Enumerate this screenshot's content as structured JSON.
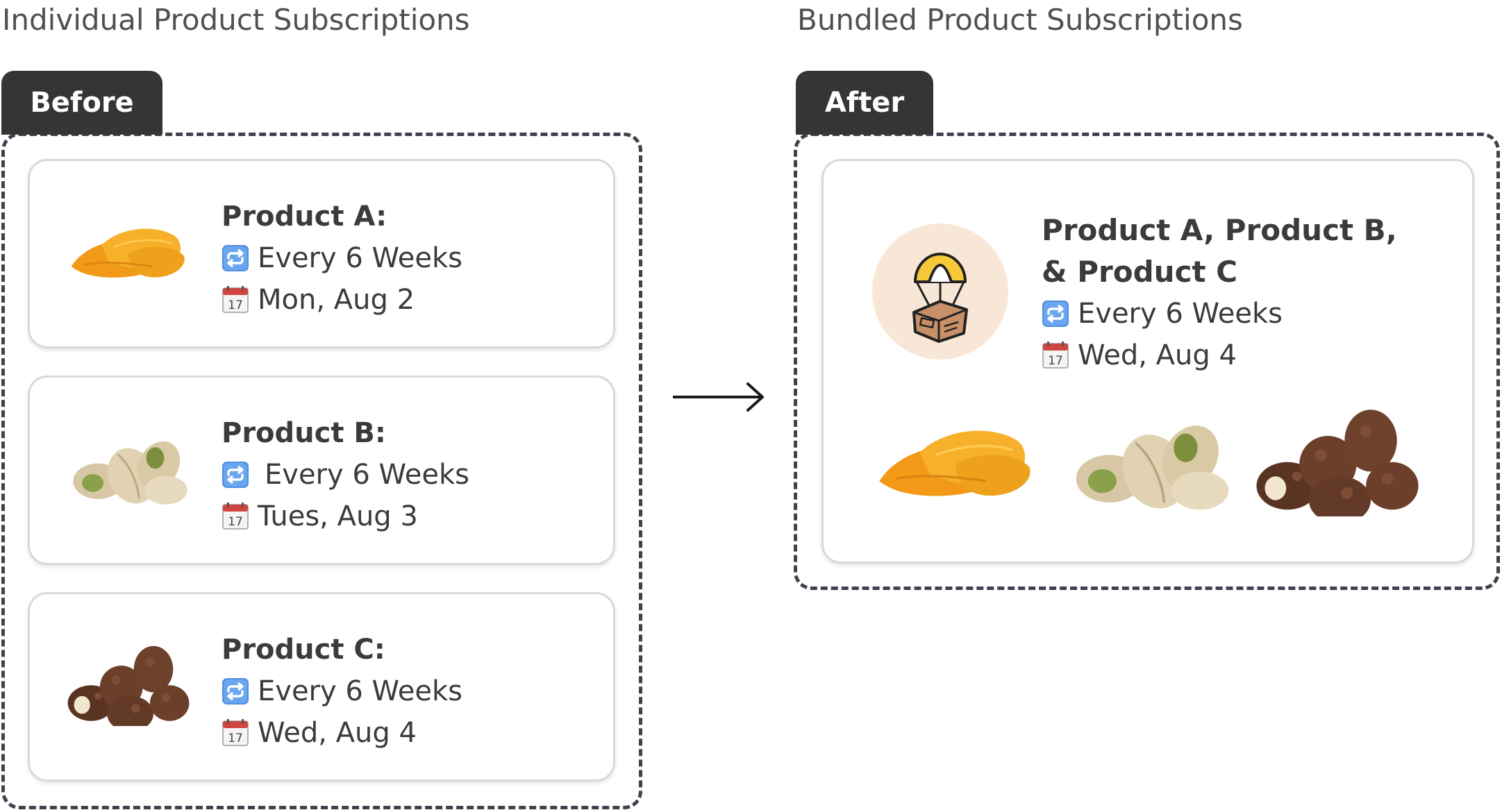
{
  "left_section": {
    "title": "Individual Product Subscriptions",
    "tab": "Before",
    "cards": [
      {
        "title": "Product A:",
        "frequency": "Every 6 Weeks",
        "date": "Mon, Aug 2",
        "image": "dried-mango"
      },
      {
        "title": "Product B:",
        "frequency": "Every 6 Weeks",
        "date": "Tues, Aug 3",
        "image": "pistachios"
      },
      {
        "title": "Product C:",
        "frequency": "Every 6 Weeks",
        "date": "Wed, Aug 4",
        "image": "chocolate-almonds"
      }
    ]
  },
  "right_section": {
    "title": "Bundled Product Subscriptions",
    "tab": "After",
    "card": {
      "title": "Product A, Product B, & Product C",
      "frequency": "Every 6 Weeks",
      "date": "Wed, Aug 4",
      "icon": "parachute-package-icon",
      "images": [
        "dried-mango",
        "pistachios",
        "chocolate-almonds"
      ]
    }
  },
  "icons": {
    "repeat": "repeat-icon",
    "calendar": "calendar-icon",
    "arrow": "right-arrow-icon"
  },
  "colors": {
    "tab_bg": "#353535",
    "dash": "#3d424d",
    "repeat_blue": "#4a90e2",
    "icon_circle": "#f8e7d6",
    "mango": "#f5a623"
  }
}
